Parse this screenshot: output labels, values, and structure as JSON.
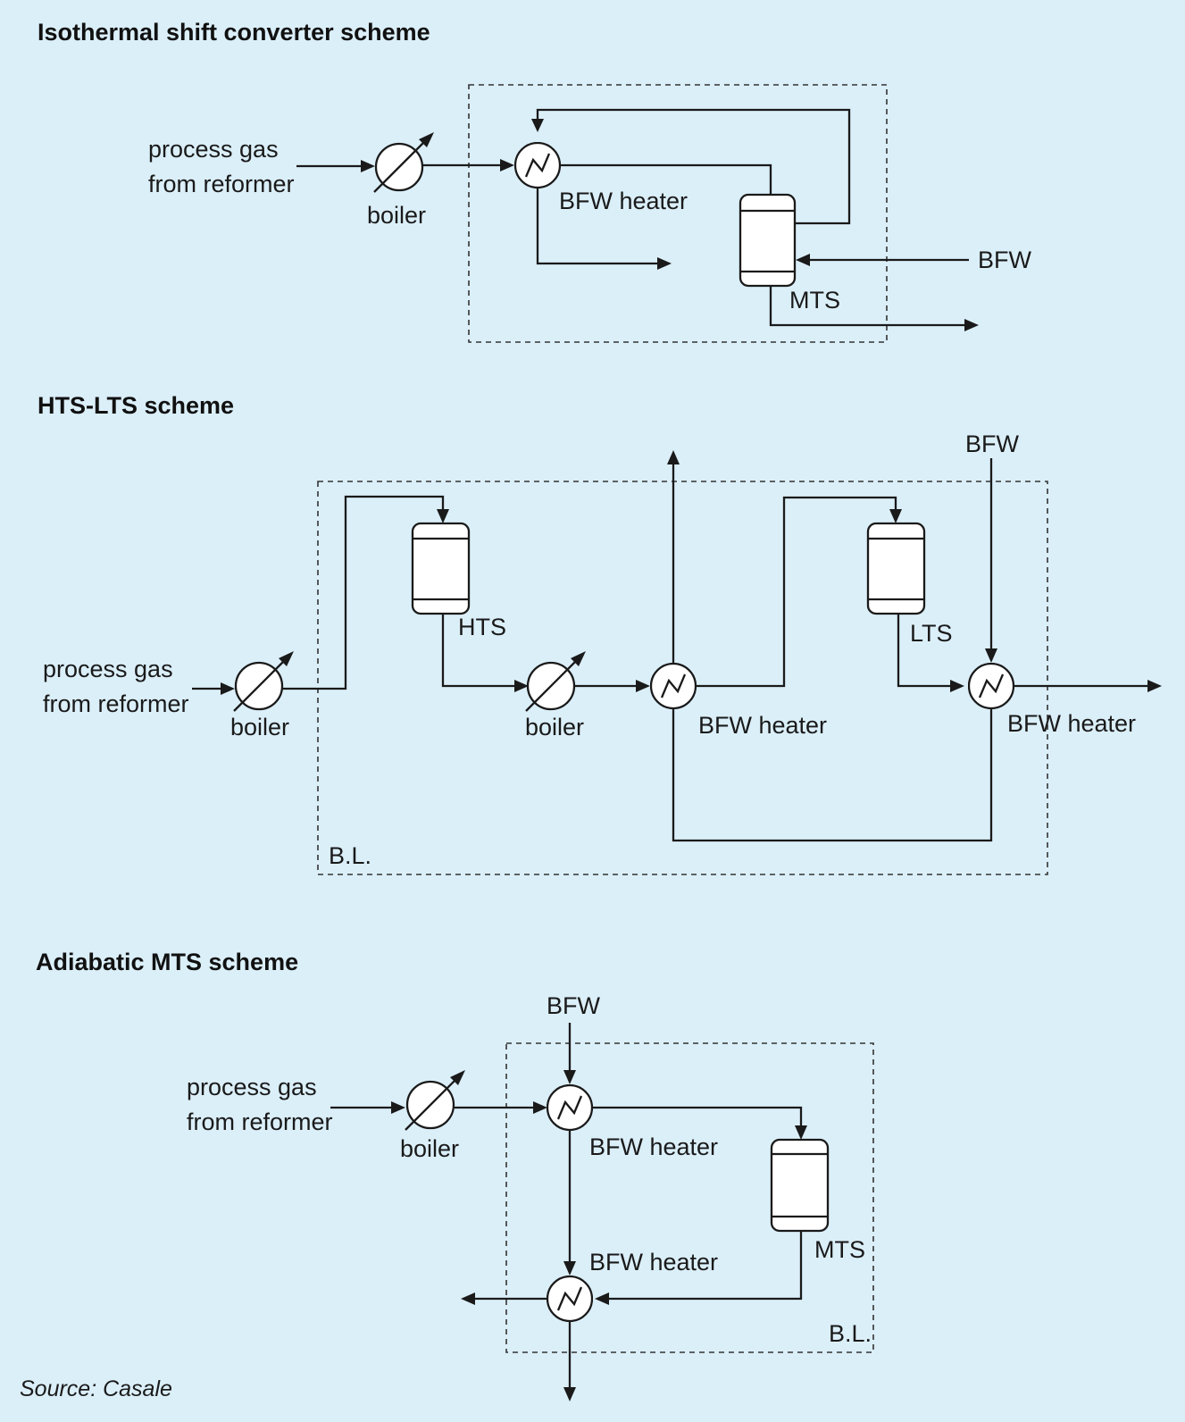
{
  "schemes": [
    {
      "title": "Isothermal shift converter scheme",
      "feed_label": [
        "process gas",
        "from reformer"
      ],
      "boiler_label": "boiler",
      "bfw_heater_label": "BFW heater",
      "reactor_label": "MTS",
      "bfw_label": "BFW"
    },
    {
      "title": "HTS-LTS scheme",
      "feed_label": [
        "process gas",
        "from reformer"
      ],
      "boiler1_label": "boiler",
      "reactor1_label": "HTS",
      "boiler2_label": "boiler",
      "bfw_heater1_label": "BFW heater",
      "reactor2_label": "LTS",
      "bfw_label": "BFW",
      "bfw_heater2_label": "BFW heater",
      "battery_limit_label": "B.L."
    },
    {
      "title": "Adiabatic MTS scheme",
      "feed_label": [
        "process gas",
        "from reformer"
      ],
      "boiler_label": "boiler",
      "bfw_label": "BFW",
      "bfw_heater1_label": "BFW heater",
      "reactor_label": "MTS",
      "bfw_heater2_label": "BFW heater",
      "battery_limit_label": "B.L."
    }
  ],
  "source": "Source: Casale",
  "colors": {
    "background": "#dbeff9",
    "line": "#1a1a1a",
    "equipment_fill": "#ffffff"
  }
}
